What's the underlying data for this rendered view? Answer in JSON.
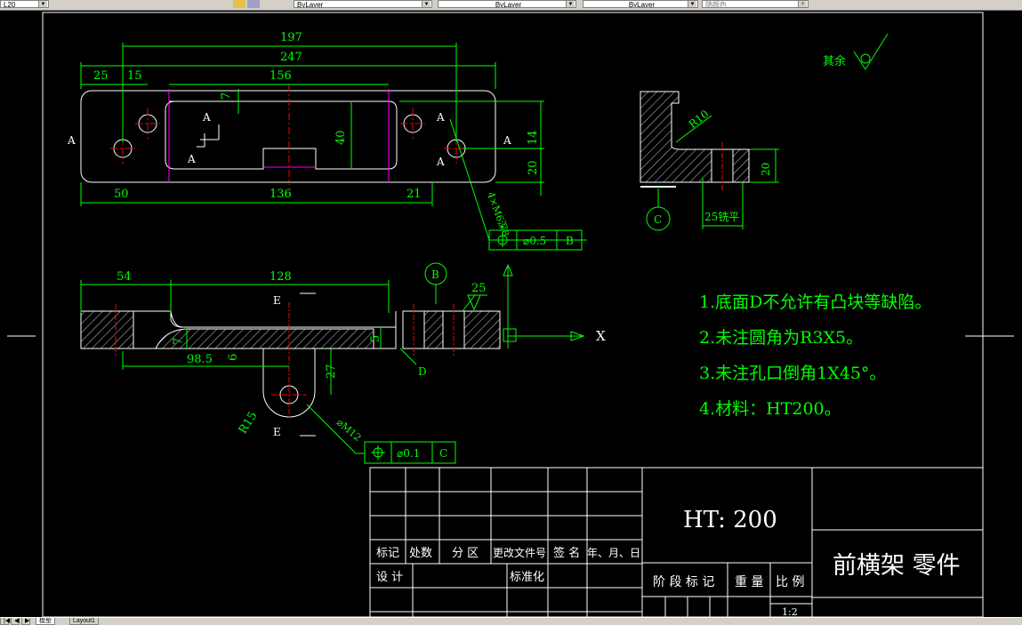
{
  "toolbar": {
    "layer_value": "L20",
    "color_value": "ByLayer",
    "linetype_value": "ByLayer",
    "lineweight_value": "ByLayer",
    "plotstyle_value": "随颜色"
  },
  "layout_tabs": {
    "model": "模型",
    "layout1": "Layout1"
  },
  "colors": {
    "background": "#000000",
    "lines": "#ffffff",
    "dims": "#00ff00",
    "center": "#ff0000",
    "hidden": "#ff00ff"
  },
  "drawing": {
    "top_view": {
      "dims": [
        "197",
        "247",
        "25",
        "15",
        "156",
        "7",
        "40",
        "14",
        "20",
        "50",
        "136",
        "21"
      ],
      "section_labels": [
        "A",
        "A",
        "A",
        "A",
        "A",
        "A"
      ],
      "hole_callout": "4×M6深8",
      "tolerance": {
        "value": "⌀0.5",
        "datum": "B"
      }
    },
    "side_view": {
      "radius": "R10",
      "dim_height": "20",
      "dim_width": "25铣平",
      "datum": "C"
    },
    "front_view": {
      "dims": [
        "54",
        "128",
        "98.5",
        "7",
        "6",
        "27",
        "5",
        "R15",
        "25"
      ],
      "section_label_e": "E",
      "hole_callout": "⌀M12",
      "datum_b": "B",
      "surface_label": "D",
      "axis_label": "X",
      "tolerance": {
        "value": "⌀0.1",
        "datum": "C"
      }
    },
    "roughness_note": "其余",
    "notes": [
      "1.底面D不允许有凸块等缺陷。",
      "2.未注圆角为R3X5。",
      "3.未注孔口倒角1X45°。",
      "4.材料：HT200。"
    ],
    "title_block": {
      "material": "HT: 200",
      "part_name": "前横架 零件",
      "headers": [
        "标记",
        "处数",
        "分 区",
        "更改文件号",
        "签 名",
        "年、月、日"
      ],
      "design": "设 计",
      "standardize": "标准化",
      "stage": "阶 段 标 记",
      "weight": "重 量",
      "scale_label": "比 例",
      "scale_value": "1:2"
    }
  }
}
